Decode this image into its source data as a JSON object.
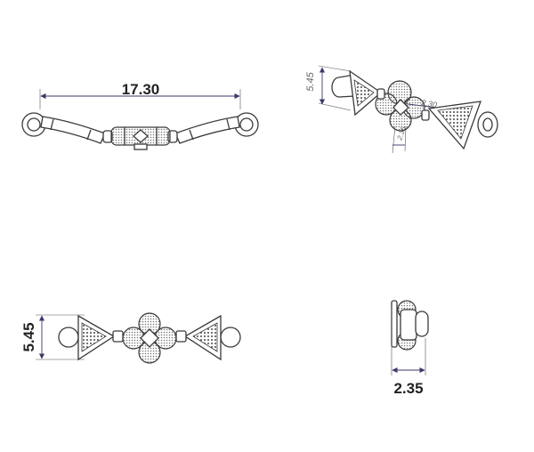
{
  "views": {
    "front": {
      "dimension": "17.30"
    },
    "iso": {
      "height_dim": "5.45",
      "width_dim": "2.30",
      "depth_dim": "2.35"
    },
    "top": {
      "height_dim": "5.45"
    },
    "side": {
      "width_dim": "2.35"
    }
  },
  "colors": {
    "line": "#3a3a3a",
    "dimension": "#3a3a6a",
    "background": "#ffffff"
  }
}
